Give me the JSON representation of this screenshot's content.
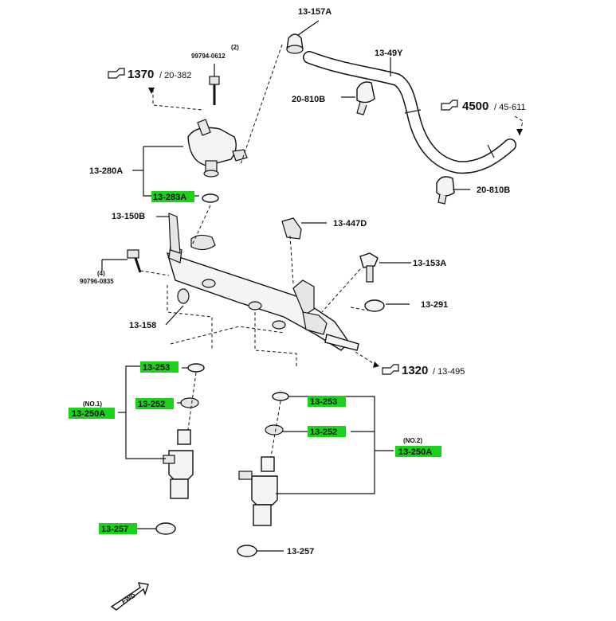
{
  "callouts": {
    "c13_157A": "13-157A",
    "c13_49Y": "13-49Y",
    "c99794_qty": "(2)",
    "c99794": "99794-0612",
    "c1370_main": "1370",
    "c1370_ref": "20-382",
    "c20_810B_top": "20-810B",
    "c4500_main": "4500",
    "c4500_ref": "45-611",
    "c13_280A": "13-280A",
    "c13_283A": "13-283A",
    "c20_810B_bottom": "20-810B",
    "c13_150B": "13-150B",
    "c13_447D": "13-447D",
    "c13_153A": "13-153A",
    "c90796_qty": "(4)",
    "c90796": "90796-0835",
    "c13_291": "13-291",
    "c13_158": "13-158",
    "c1320_main": "1320",
    "c1320_ref": "13-495",
    "c13_253_left": "13-253",
    "no1": "(NO.1)",
    "c13_250A_left": "13-250A",
    "c13_252_left": "13-252",
    "c13_253_right": "13-253",
    "c13_252_right": "13-252",
    "no2": "(NO.2)",
    "c13_250A_right": "13-250A",
    "c13_257_left": "13-257",
    "c13_257_bottom": "13-257",
    "fwd": "FWD"
  },
  "colors": {
    "highlight": "#19d219",
    "ink": "#111111",
    "background": "#ffffff"
  }
}
